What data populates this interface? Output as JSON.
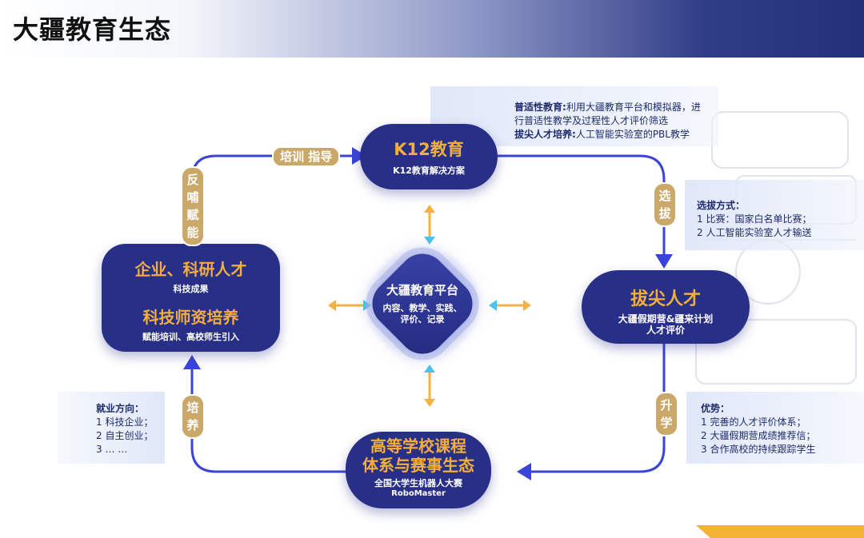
{
  "page": {
    "title": "大疆教育生态"
  },
  "center": {
    "title": "大疆教育平台",
    "line1": "内容、教学、实践、",
    "line2": "评价、记录"
  },
  "k12": {
    "title": "K12教育",
    "subtitle": "K12教育解决方案"
  },
  "top_talent": {
    "title": "拔尖人才",
    "line1": "大疆假期营&疆来计划",
    "line2": "人才评价"
  },
  "university": {
    "line1": "高等学校课程",
    "line2": "体系与赛事生态",
    "sub1": "全国大学生机器人大赛",
    "sub2": "RoboMaster"
  },
  "industry": {
    "title1": "企业、科研人才",
    "sub1": "科技成果",
    "title2": "科技师资培养",
    "sub2": "赋能培训、高校师生引入"
  },
  "labels": {
    "train_guide": "培训 指导",
    "select": [
      "选",
      "拔"
    ],
    "promote": [
      "升",
      "学"
    ],
    "cultivate": [
      "培",
      "养"
    ],
    "feedback": [
      "反",
      "哺",
      "赋",
      "能"
    ]
  },
  "notes": {
    "top": {
      "t1": "普适性教育:",
      "d1": "利用大疆教育平台和模拟器，进",
      "d1b": "行普适性教学及过程性人才评价筛选",
      "t2": "拔尖人才培养:",
      "d2": "人工智能实验室的PBL教学"
    },
    "selection": {
      "title": "选拔方式：",
      "l1": "1 比赛：国家白名单比赛；",
      "l2": "2 人工智能实验室人才输送"
    },
    "advantage": {
      "title": "优势：",
      "l1": "1 完善的人才评价体系；",
      "l2": "2 大疆假期营成绩推荐信；",
      "l3": "3 合作高校的持续跟踪学生"
    },
    "employment": {
      "title": "就业方向：",
      "l1": "1 科技企业；",
      "l2": "2 自主创业；",
      "l3": "3 … …"
    }
  },
  "colors": {
    "navy": "#272f86",
    "orange": "#f3ae3d",
    "tan": "#c9a86a",
    "flow": "#3a44d8"
  }
}
